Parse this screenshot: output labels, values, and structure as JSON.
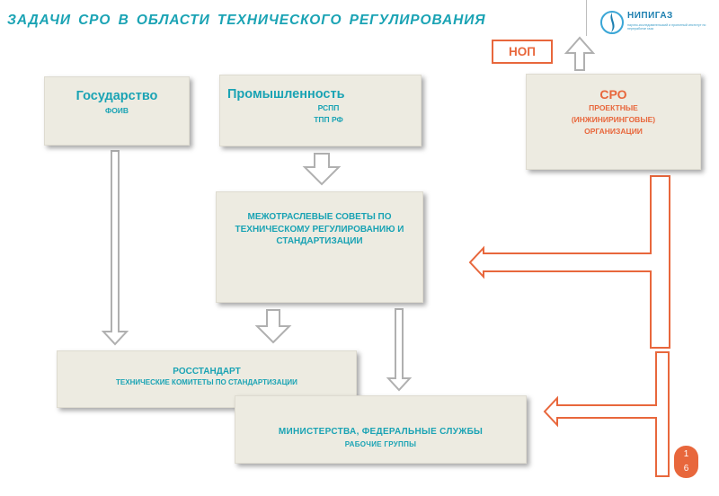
{
  "title": "ЗАДАЧИ СРО В ОБЛАСТИ ТЕХНИЧЕСКОГО РЕГУЛИРОВАНИЯ",
  "logo": {
    "name": "НИПИГАЗ",
    "sub": "научно-исследовательский и проектный институт по переработке газа"
  },
  "nop": "НОП",
  "boxes": {
    "gos": {
      "title": "Государство",
      "sub": "ФОИВ"
    },
    "prom": {
      "title": "Промышленность",
      "sub1": "РСПП",
      "sub2": "ТПП РФ"
    },
    "sro": {
      "title": "СРО",
      "sub1": "ПРОЕКТНЫЕ",
      "sub2": "(ИНЖИНИРИНГОВЫЕ)",
      "sub3": "ОРГАНИЗАЦИИ"
    },
    "mezh": {
      "text": "МЕЖОТРАСЛЕВЫЕ СОВЕТЫ ПО ТЕХНИЧЕСКОМУ РЕГУЛИРОВАНИЮ И СТАНДАРТИЗАЦИИ"
    },
    "ros": {
      "title": "РОССТАНДАРТ",
      "sub": "ТЕХНИЧЕСКИЕ КОМИТЕТЫ ПО СТАНДАРТИЗАЦИИ"
    },
    "min": {
      "title": "МИНИСТЕРСТВА,  ФЕДЕРАЛЬНЫЕ  СЛУЖБЫ",
      "sub": "РАБОЧИЕ  ГРУППЫ"
    }
  },
  "page_number": {
    "line1": "1",
    "line2": "6"
  },
  "colors": {
    "accent": "#1aa3b4",
    "orange": "#e8673c",
    "box": "#edebe1"
  }
}
